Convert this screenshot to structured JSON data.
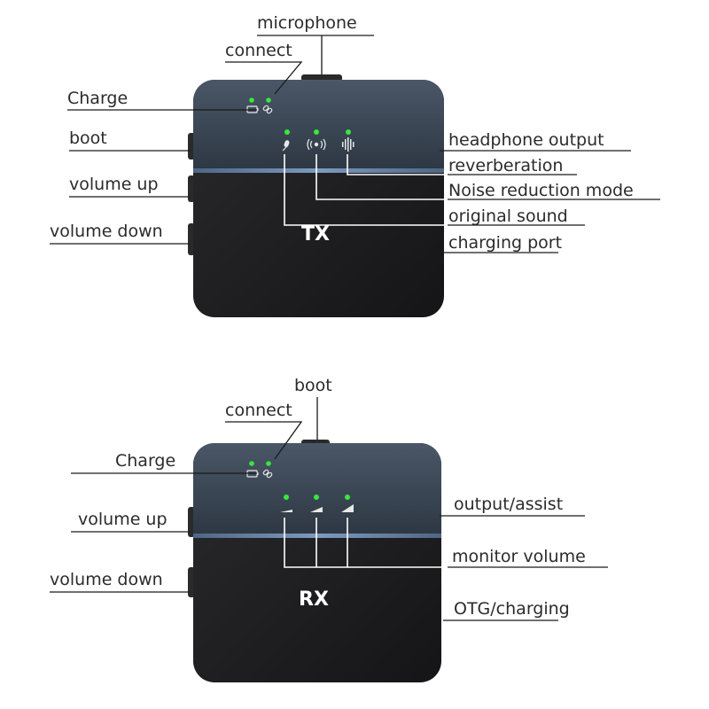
{
  "tx": {
    "device_label": "TX",
    "labels": {
      "microphone": "microphone",
      "connect": "connect",
      "charge": "Charge",
      "boot": "boot",
      "volume_up": "volume up",
      "volume_down": "volume down",
      "headphone_output": "headphone output",
      "reverberation": "reverberation",
      "noise_reduction": "Noise reduction mode",
      "original_sound": "original sound",
      "charging_port": "charging port"
    },
    "icons": [
      "battery-icon",
      "link-icon",
      "mic-icon",
      "broadcast-icon",
      "soundwave-icon"
    ]
  },
  "rx": {
    "device_label": "RX",
    "labels": {
      "boot": "boot",
      "connect": "connect",
      "charge": "Charge",
      "volume_up": "volume up",
      "volume_down": "volume down",
      "output_assist": "output/assist",
      "monitor_volume": "monitor volume",
      "otg_charging": "OTG/charging"
    },
    "icons": [
      "battery-icon",
      "link-icon",
      "level-low-icon",
      "level-mid-icon",
      "level-high-icon"
    ]
  },
  "colors": {
    "body": "#1c1c1e",
    "panel": "#3a4654",
    "led": "#39e83a",
    "stripe": "#6b86a8"
  }
}
